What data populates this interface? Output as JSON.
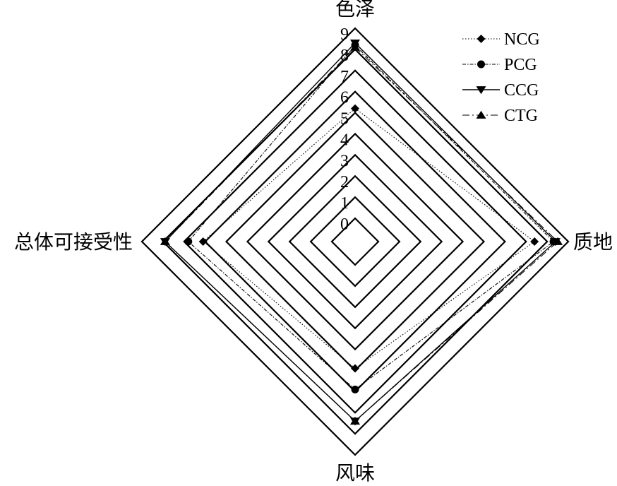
{
  "chart_data": {
    "type": "radar",
    "axes": [
      "色泽",
      "质地",
      "风味",
      "总体可接受性"
    ],
    "ticks": [
      "0",
      "1",
      "2",
      "3",
      "4",
      "5",
      "6",
      "7",
      "8",
      "9"
    ],
    "range": [
      0,
      9
    ],
    "grid": true,
    "legend_position": "top-right",
    "series": [
      {
        "name": "NCG",
        "marker": "diamond",
        "line_style": "dotted",
        "values": [
          5.2,
          7.4,
          4.9,
          6.1
        ]
      },
      {
        "name": "PCG",
        "marker": "circle",
        "line_style": "dashdot-dense",
        "values": [
          8.2,
          8.3,
          5.9,
          6.8
        ]
      },
      {
        "name": "CCG",
        "marker": "triangle-down",
        "line_style": "solid",
        "values": [
          8.3,
          8.4,
          7.4,
          7.9
        ]
      },
      {
        "name": "CTG",
        "marker": "triangle-up",
        "line_style": "dashdot",
        "values": [
          8.1,
          8.5,
          7.4,
          7.9
        ]
      }
    ]
  }
}
